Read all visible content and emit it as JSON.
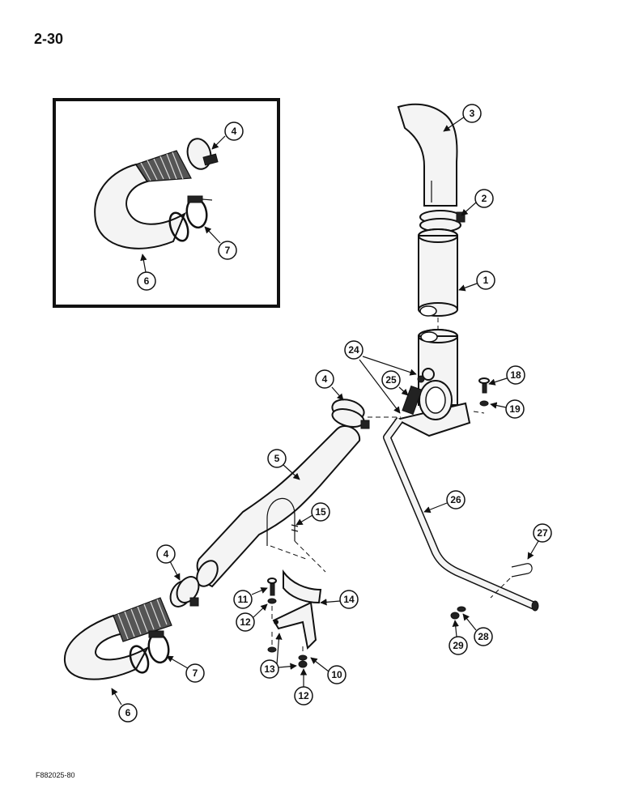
{
  "page": {
    "number": "2-30",
    "figure_code": "F882025-80"
  },
  "callouts": {
    "inset_4": "4",
    "inset_6": "6",
    "inset_7": "7",
    "c1": "1",
    "c2": "2",
    "c3": "3",
    "c4_upper": "4",
    "c4_lower": "4",
    "c5": "5",
    "c6": "6",
    "c7": "7",
    "c10": "10",
    "c11": "11",
    "c12_upper": "12",
    "c12_lower": "12",
    "c13": "13",
    "c14": "14",
    "c15": "15",
    "c18": "18",
    "c19": "19",
    "c24": "24",
    "c25": "25",
    "c26": "26",
    "c27": "27",
    "c28": "28",
    "c29": "29"
  }
}
